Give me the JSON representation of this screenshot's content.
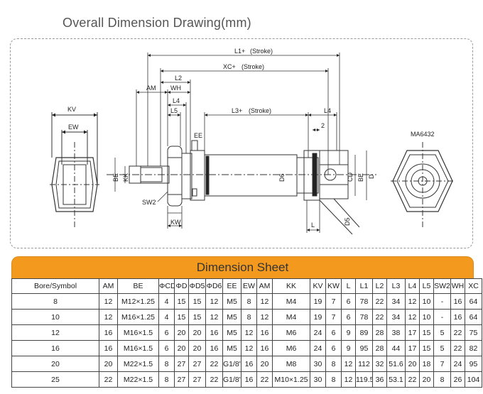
{
  "title": "Overall Dimension Drawing(mm)",
  "drawing": {
    "labels": {
      "l1": "L1+",
      "l1_stroke": "(Stroke)",
      "xc": "XC+",
      "xc_stroke": "(Stroke)",
      "l2": "L2",
      "am": "AM",
      "wh": "WH",
      "l4_left": "L4",
      "l5": "L5",
      "l3": "L3+",
      "l3_stroke": "(Stroke)",
      "l4_right": "L4",
      "kv": "KV",
      "ew": "EW",
      "ee": "EE",
      "two": "2",
      "model": "MA6432",
      "be_left": "BE",
      "kk": "KK",
      "sw2": "SW2",
      "kw": "KW",
      "d6": "D6",
      "cd": "CD",
      "be_right": "BE",
      "d": "D",
      "d5": "D5",
      "l": "L"
    }
  },
  "sheet": {
    "title": "Dimension Sheet",
    "headers": [
      "Bore/Symbol",
      "AM",
      "BE",
      "ΦCD",
      "ΦD",
      "ΦD5",
      "ΦD6",
      "EE",
      "EW",
      "AM",
      "KK",
      "KV",
      "KW",
      "L",
      "L1",
      "L2",
      "L3",
      "L4",
      "L5",
      "SW2",
      "WH",
      "XC"
    ],
    "rows": [
      [
        "8",
        "12",
        "M12×1.25",
        "4",
        "15",
        "15",
        "12",
        "M5",
        "8",
        "12",
        "M4",
        "19",
        "7",
        "6",
        "78",
        "22",
        "34",
        "12",
        "10",
        "-",
        "16",
        "64"
      ],
      [
        "10",
        "12",
        "M16×1.25",
        "4",
        "15",
        "15",
        "12",
        "M5",
        "8",
        "12",
        "M4",
        "19",
        "7",
        "6",
        "78",
        "22",
        "34",
        "12",
        "10",
        "-",
        "16",
        "64"
      ],
      [
        "12",
        "16",
        "M16×1.5",
        "6",
        "20",
        "20",
        "16",
        "M5",
        "12",
        "16",
        "M6",
        "24",
        "6",
        "9",
        "89",
        "28",
        "38",
        "17",
        "15",
        "5",
        "22",
        "75"
      ],
      [
        "16",
        "16",
        "M16×1.5",
        "6",
        "20",
        "20",
        "16",
        "M5",
        "12",
        "16",
        "M6",
        "24",
        "6",
        "9",
        "95",
        "28",
        "44",
        "17",
        "15",
        "5",
        "22",
        "82"
      ],
      [
        "20",
        "20",
        "M22×1.5",
        "8",
        "27",
        "27",
        "22",
        "G1/8\"",
        "16",
        "20",
        "M8",
        "30",
        "8",
        "12",
        "112",
        "32",
        "51.6",
        "20",
        "18",
        "7",
        "24",
        "95"
      ],
      [
        "25",
        "22",
        "M22×1.5",
        "8",
        "27",
        "27",
        "22",
        "G1/8\"",
        "16",
        "22",
        "M10×1.25",
        "30",
        "8",
        "12",
        "119.5",
        "36",
        "53.1",
        "22",
        "20",
        "8",
        "26",
        "104"
      ]
    ]
  }
}
